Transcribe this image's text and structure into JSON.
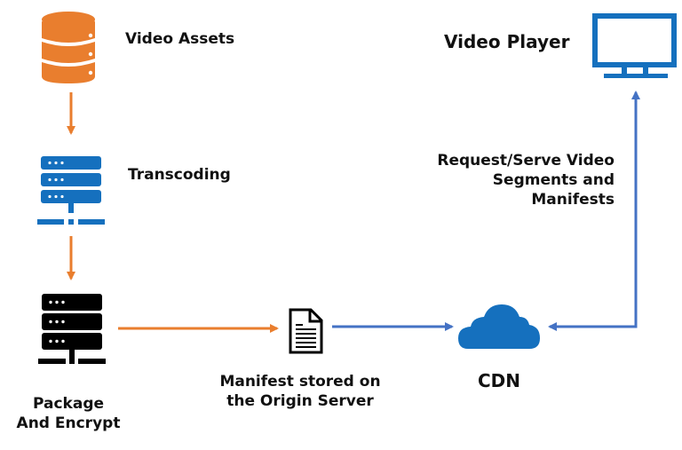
{
  "diagram": {
    "title": "Video streaming workflow",
    "colors": {
      "orange": "#E97E2E",
      "blue": "#1570BE",
      "arrow_blue": "#4472C4",
      "black": "#000000"
    },
    "nodes": {
      "video_assets": {
        "label": "Video Assets",
        "icon": "database-icon"
      },
      "transcoding": {
        "label": "Transcoding",
        "icon": "server-icon"
      },
      "package": {
        "label_lines": [
          "Package",
          "And Encrypt"
        ],
        "icon": "server-icon"
      },
      "manifest": {
        "label_lines": [
          "Manifest stored on",
          "the Origin Server"
        ],
        "icon": "document-icon"
      },
      "cdn": {
        "label": "CDN",
        "icon": "cloud-icon"
      },
      "player": {
        "label": "Video Player",
        "icon": "monitor-icon"
      }
    },
    "edges": [
      {
        "from": "video_assets",
        "to": "transcoding",
        "color": "orange"
      },
      {
        "from": "transcoding",
        "to": "package",
        "color": "orange"
      },
      {
        "from": "package",
        "to": "manifest",
        "color": "orange"
      },
      {
        "from": "manifest",
        "to": "cdn",
        "color": "arrow_blue"
      },
      {
        "from": "player",
        "to": "cdn",
        "color": "arrow_blue",
        "direction": "bidirectional",
        "label_lines": [
          "Request/Serve Video",
          "Segments and",
          "Manifests"
        ]
      }
    ]
  }
}
